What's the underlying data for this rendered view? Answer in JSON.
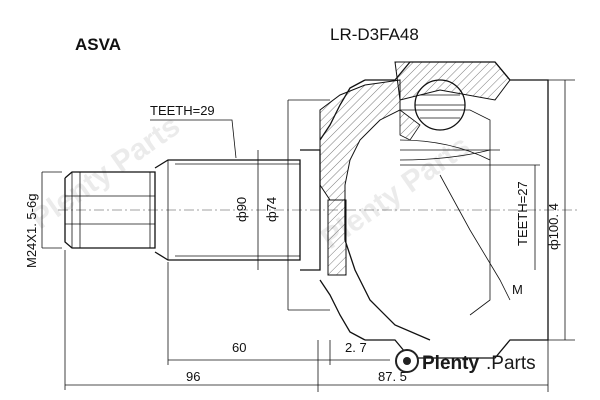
{
  "header": {
    "brand": "ASVA",
    "part_number": "LR-D3FA48"
  },
  "dimensions": {
    "teeth_outer": "TEETH=29",
    "thread": "M24X1. 5-6g",
    "dia_90": "ф90",
    "dia_74": "ф74",
    "teeth_inner": "TEETH=27",
    "dia_100_4": "ф100. 4",
    "marker_m": "M",
    "len_60": "60",
    "len_2_7": "2. 7",
    "len_96": "96",
    "len_87_5": "87. 5"
  },
  "watermark": {
    "brand_main": "Plenty",
    "brand_suffix": ".Parts",
    "diagonal_text": "Plenty Parts"
  }
}
